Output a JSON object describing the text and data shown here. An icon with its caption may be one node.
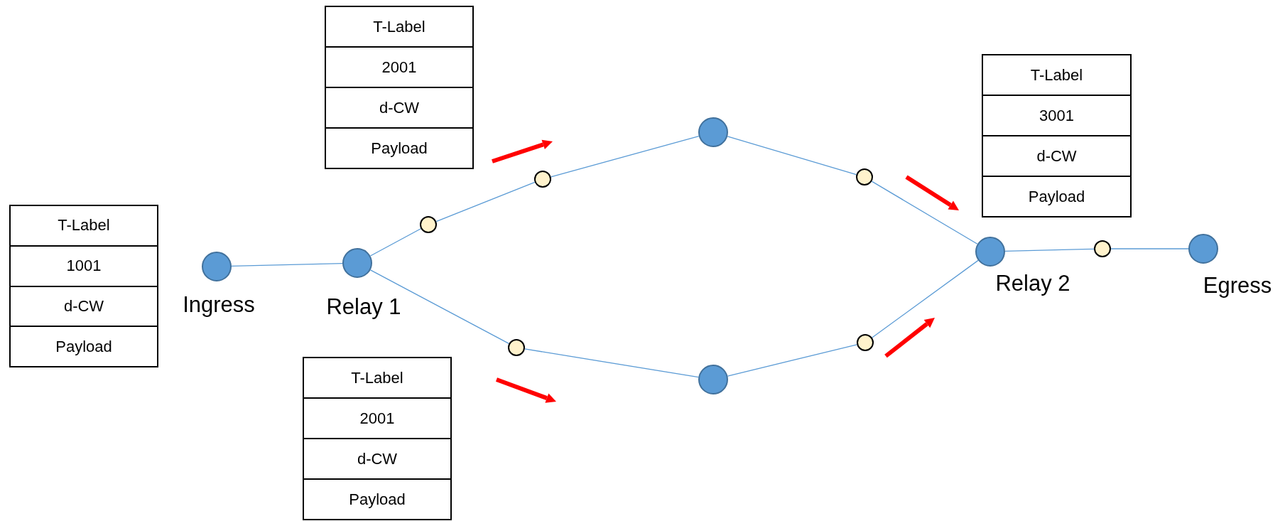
{
  "diagram": {
    "nodes": [
      {
        "text": [
          "T-Label",
          "1001",
          "d-CW",
          "Payload"
        ]
      },
      {
        "text": [
          "T-Label",
          "2001",
          "d-CW",
          "Payload"
        ]
      },
      {
        "text": [
          "T-Label",
          "2001",
          "d-CW",
          "Payload"
        ]
      },
      {
        "text": [
          "T-Label",
          "3001",
          "d-CW",
          "Payload"
        ]
      },
      {
        "text": [],
        "shape": "circle",
        "beside": [
          "Ingress"
        ]
      },
      {
        "text": [],
        "shape": "circle",
        "beside": [
          "Relay 1"
        ]
      },
      {
        "text": [],
        "shape": "circle"
      },
      {
        "text": [],
        "shape": "circle"
      },
      {
        "text": [],
        "shape": "circle"
      },
      {
        "text": [],
        "shape": "circle"
      },
      {
        "text": [],
        "shape": "circle"
      },
      {
        "text": [],
        "shape": "circle"
      },
      {
        "text": [],
        "shape": "circle"
      },
      {
        "text": [],
        "shape": "circle",
        "beside": [
          "Relay 2"
        ]
      },
      {
        "text": [],
        "shape": "circle"
      },
      {
        "text": [],
        "shape": "circle",
        "beside": [
          "Egress"
        ]
      }
    ],
    "edges": [
      {
        "from": 4,
        "to": 5,
        "arrow": "none"
      },
      {
        "from": 5,
        "to": 6,
        "arrow": "none"
      },
      {
        "from": 6,
        "to": 7,
        "arrow": "none"
      },
      {
        "from": 7,
        "to": 8,
        "arrow": "none"
      },
      {
        "from": 8,
        "to": 9,
        "arrow": "none"
      },
      {
        "from": 9,
        "to": 13,
        "arrow": "none"
      },
      {
        "from": 5,
        "to": 10,
        "arrow": "none"
      },
      {
        "from": 10,
        "to": 11,
        "arrow": "none"
      },
      {
        "from": 11,
        "to": 12,
        "arrow": "none"
      },
      {
        "from": 12,
        "to": 13,
        "arrow": "none"
      },
      {
        "from": 13,
        "to": 14,
        "arrow": "none"
      },
      {
        "from": 14,
        "to": 15,
        "arrow": "none"
      }
    ]
  }
}
